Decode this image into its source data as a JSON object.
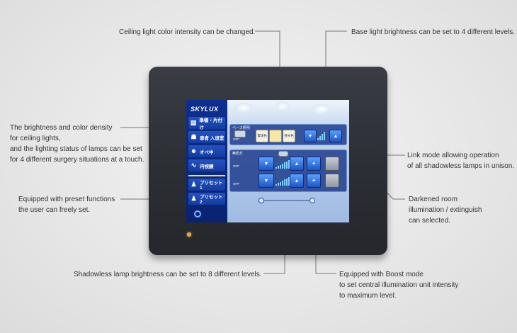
{
  "annotations": {
    "ceiling_color": "Ceiling light color intensity can be changed.",
    "base_light": "Base light brightness can be set to 4 different levels.",
    "brightness_lines": [
      "The brightness and color density",
      "for ceiling lights,",
      "and the lighting status of lamps can be set",
      "for 4 different surgery situations at a touch."
    ],
    "preset_lines": [
      "Equipped with preset functions",
      "the user can freely set."
    ],
    "link_mode_lines": [
      "Link mode allowing operation",
      "of all shadowless lamps in unison."
    ],
    "darkened_lines": [
      "Darkened room",
      "illumination / extinguish",
      "can selected."
    ],
    "shadowless": "Shadowless lamp brightness can be set to 8 different levels.",
    "boost_lines": [
      "Equipped with Boost mode",
      "to set central illumination unit intensity",
      "to maximum level."
    ]
  },
  "screen": {
    "logo": "SKYLUX",
    "sidebar_items": [
      {
        "label": "準備・片付け",
        "icon": "clipboard-icon"
      },
      {
        "label": "患者 入退室",
        "icon": "patient-walk-icon"
      },
      {
        "label": "オペ中",
        "icon": "surgeon-icon"
      },
      {
        "label": "内視鏡",
        "icon": "endoscope-icon"
      },
      {
        "label": "プリセット1",
        "icon": "user-icon"
      },
      {
        "label": "プリセット2",
        "icon": "user-icon"
      }
    ],
    "base_panel_title": "ベース照明",
    "lamp_panel_title": "無影灯",
    "off_label": "OFF",
    "ceiling_buttons": [
      "電球色",
      "",
      "昼光色"
    ]
  }
}
